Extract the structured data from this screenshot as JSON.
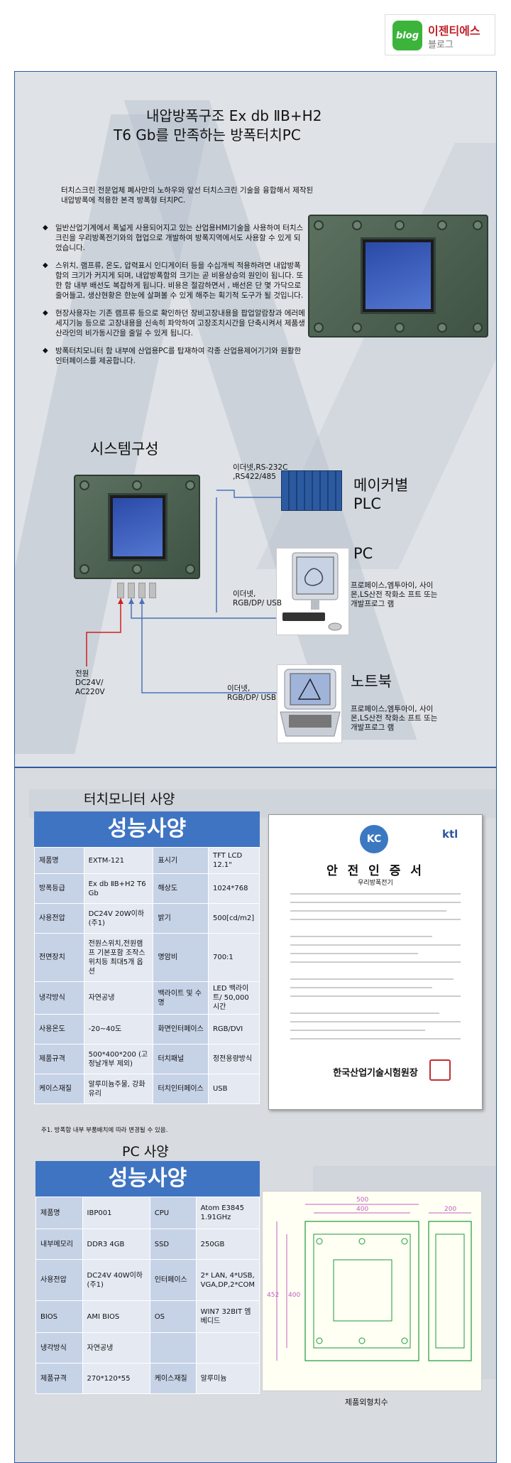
{
  "blog": {
    "logo_text": "blog",
    "name": "이젠티에스",
    "sub": "블로그"
  },
  "main_title": {
    "line1": "내압방폭구조 Ex db ⅡB+H2",
    "line2": "T6 Gb를 만족하는 방폭터치PC"
  },
  "intro": "터치스크린 전문업체 폐사만의 노하우와 앞선 터치스크린 기술을 융합해서 제작된 내압방폭에 적용한 본격 방폭형 터치PC.",
  "bullets": [
    "일반산업기계에서 폭넓게 사용되어지고 있는 산업용HMI기술을 사용하여 터치스크린을 우리방폭전기와의 협업으로 개발하여 방폭지역에서도 사용할 수 있게 되었습니다.",
    "스위치, 램프류, 온도, 압력표시 인디게이터 등을 수십개씩 적용하려면 내압방폭함의 크기가 커지게 되며, 내압방폭함의 크기는 곧 비용상승의 원인이 됩니다. 또한 함 내부 배선도 복잡하게 됩니다. 비용은 절감하면서 , 배선은 단 몇 가닥으로 줄어들고, 생산현황은 한눈에 살펴볼 수 있게 해주는 획기적 도구가 될 것입니다.",
    "현장사용자는 기존 램프류 등으로 확인하던 장비고장내용을 팝업알람창과 에러메세지기능 등으로 고장내용을 신속히 파악하여 고장조치시간을 단축시켜서 제품생산라인의 비가동시간을 줄일 수 있게 됩니다.",
    "방폭터치모니터 함 내부에 산업용PC를 탑재하여 각종 산업용제어기기와 원활한 인터페이스를 제공합니다."
  ],
  "system": {
    "title": "시스템구성",
    "plc_conn": "이더넷,RS-232C ,RS422/485",
    "plc_label": "메이커별 PLC",
    "pc_label": "PC",
    "pc_conn": "이더넷, RGB/DP/ USB",
    "pc_desc": "프로페이스,엠투아이, 사이몬,LS산전 작화소 프트 또는 개발프로그 램",
    "nb_label": "노트북",
    "nb_conn": "이더넷, RGB/DP/ USB",
    "nb_desc": "프로페이스,엠투아이, 사이몬,LS산전 작화소 프트 또는 개발프로그 램",
    "power": "전원 DC24V/ AC220V"
  },
  "touch_spec": {
    "section_title": "터치모니터 사양",
    "header": "성능사양",
    "rows": [
      [
        "제품명",
        "EXTM-121",
        "표시기",
        "TFT LCD 12.1\""
      ],
      [
        "방폭등급",
        "Ex db ⅡB+H2 T6 Gb",
        "해상도",
        "1024*768"
      ],
      [
        "사용전압",
        "DC24V 20W이하(주1)",
        "밝기",
        "500[cd/m2]"
      ],
      [
        "전면장치",
        "전원스위치,전원램프 기본포함 조작스위치등 최대5개 옵션",
        "명암비",
        "700:1"
      ],
      [
        "냉각방식",
        "자연공냉",
        "백라이트 및 수명",
        "LED 백라이트/ 50,000시간"
      ],
      [
        "사용온도",
        "-20~40도",
        "화면인터페이스",
        "RGB/DVI"
      ],
      [
        "제품규격",
        "500*400*200 (고정날개부 제외)",
        "터치패널",
        "정전용량방식"
      ],
      [
        "케이스재질",
        "알루미늄주물, 강화유리",
        "터치인터페이스",
        "USB"
      ]
    ],
    "footnote": "주1. 방폭함 내부 부품배치에 따라 변경될 수 있음."
  },
  "cert": {
    "title": "안 전 인 증 서",
    "sub": "우리방폭전기",
    "org": "한국산업기술시험원장",
    "logo_left": "KC",
    "logo_right": "ktl"
  },
  "pc_spec": {
    "section_title": "PC 사양",
    "header": "성능사양",
    "rows": [
      [
        "제품명",
        "IBP001",
        "CPU",
        "Atom E3845 1.91GHz"
      ],
      [
        "내부메모리",
        "DDR3 4GB",
        "SSD",
        "250GB"
      ],
      [
        "사용전압",
        "DC24V 40W이하(주1)",
        "인터페이스",
        "2* LAN, 4*USB, VGA,DP,2*COM"
      ],
      [
        "BIOS",
        "AMI BIOS",
        "OS",
        "WIN7 32BIT 엠베디드"
      ],
      [
        "냉각방식",
        "자연공냉",
        "",
        ""
      ],
      [
        "제품규격",
        "270*120*55",
        "케이스재질",
        "알루미늄"
      ]
    ]
  },
  "drawing": {
    "caption": "제품외형치수",
    "dims": [
      "500",
      "400",
      "200",
      "452",
      "400"
    ]
  }
}
